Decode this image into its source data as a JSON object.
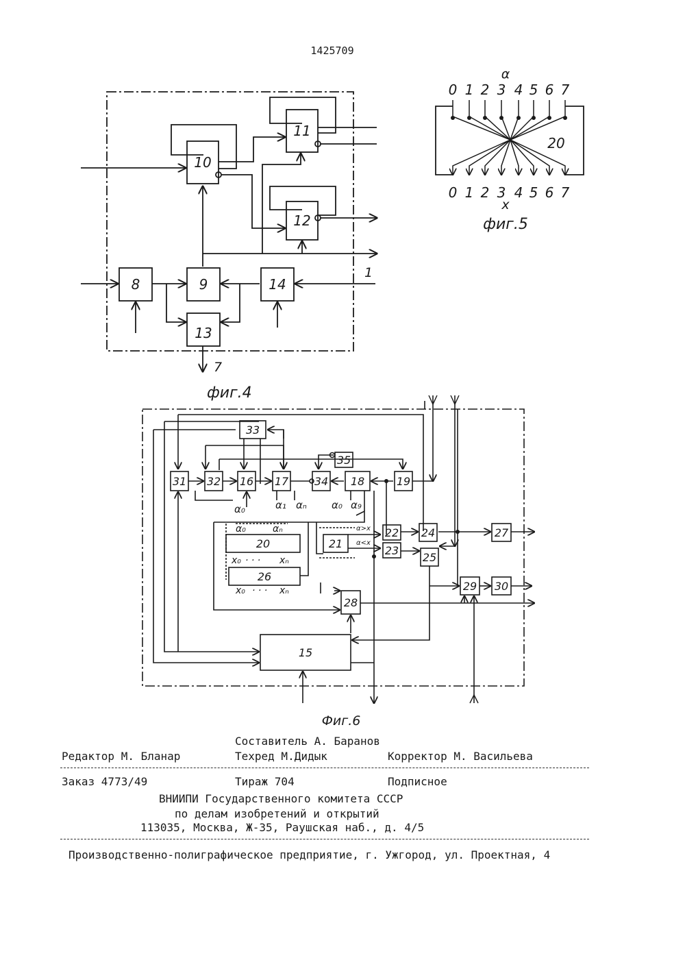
{
  "patent_number": "1425709",
  "fig4": {
    "caption": "фиг.4",
    "blocks": [
      "8",
      "9",
      "10",
      "11",
      "12",
      "13",
      "14"
    ],
    "line_labels": {
      "in_right": "1",
      "out_bottom": "7"
    }
  },
  "fig5": {
    "caption": "фиг.5",
    "block": "20",
    "top_label": "α",
    "bottom_label": "x",
    "top_digits": [
      "0",
      "1",
      "2",
      "3",
      "4",
      "5",
      "6",
      "7"
    ],
    "bottom_digits": [
      "0",
      "1",
      "2",
      "3",
      "4",
      "5",
      "6",
      "7"
    ]
  },
  "fig6": {
    "caption": "Фиг.6",
    "blocks": [
      "15",
      "16",
      "17",
      "18",
      "19",
      "20",
      "21",
      "22",
      "23",
      "24",
      "25",
      "26",
      "27",
      "28",
      "29",
      "30",
      "31",
      "32",
      "33",
      "34",
      "35"
    ],
    "signal_labels": {
      "a0_left": "α₀",
      "a1": "α₁",
      "an_top": "αₙ",
      "a0_right": "α₀",
      "a9": "α₉",
      "a0_in20": "α₀",
      "an_in20": "αₙ",
      "x0_20": "x₀",
      "dots_20": "· · ·",
      "xn_20": "xₙ",
      "x0_26": "x₀",
      "dots_26": "· · ·",
      "xn_26": "xₙ",
      "agtx": "α>x",
      "altx": "α<x"
    }
  },
  "imprint": {
    "compiler": "Составитель А. Баранов",
    "editor": "Редактор М. Бланар",
    "techred": "Техред М.Дидык",
    "corrector": "Корректор М. Васильева",
    "order": "Заказ 4773/49",
    "circulation": "Тираж 704",
    "subscription": "Подписное",
    "org1": "ВНИИПИ Государственного комитета СССР",
    "org2": "по делам изобретений и открытий",
    "address": "113035, Москва, Ж-35, Раушская наб., д. 4/5",
    "printer": "Производственно-полиграфическое предприятие, г. Ужгород, ул. Проектная, 4"
  }
}
